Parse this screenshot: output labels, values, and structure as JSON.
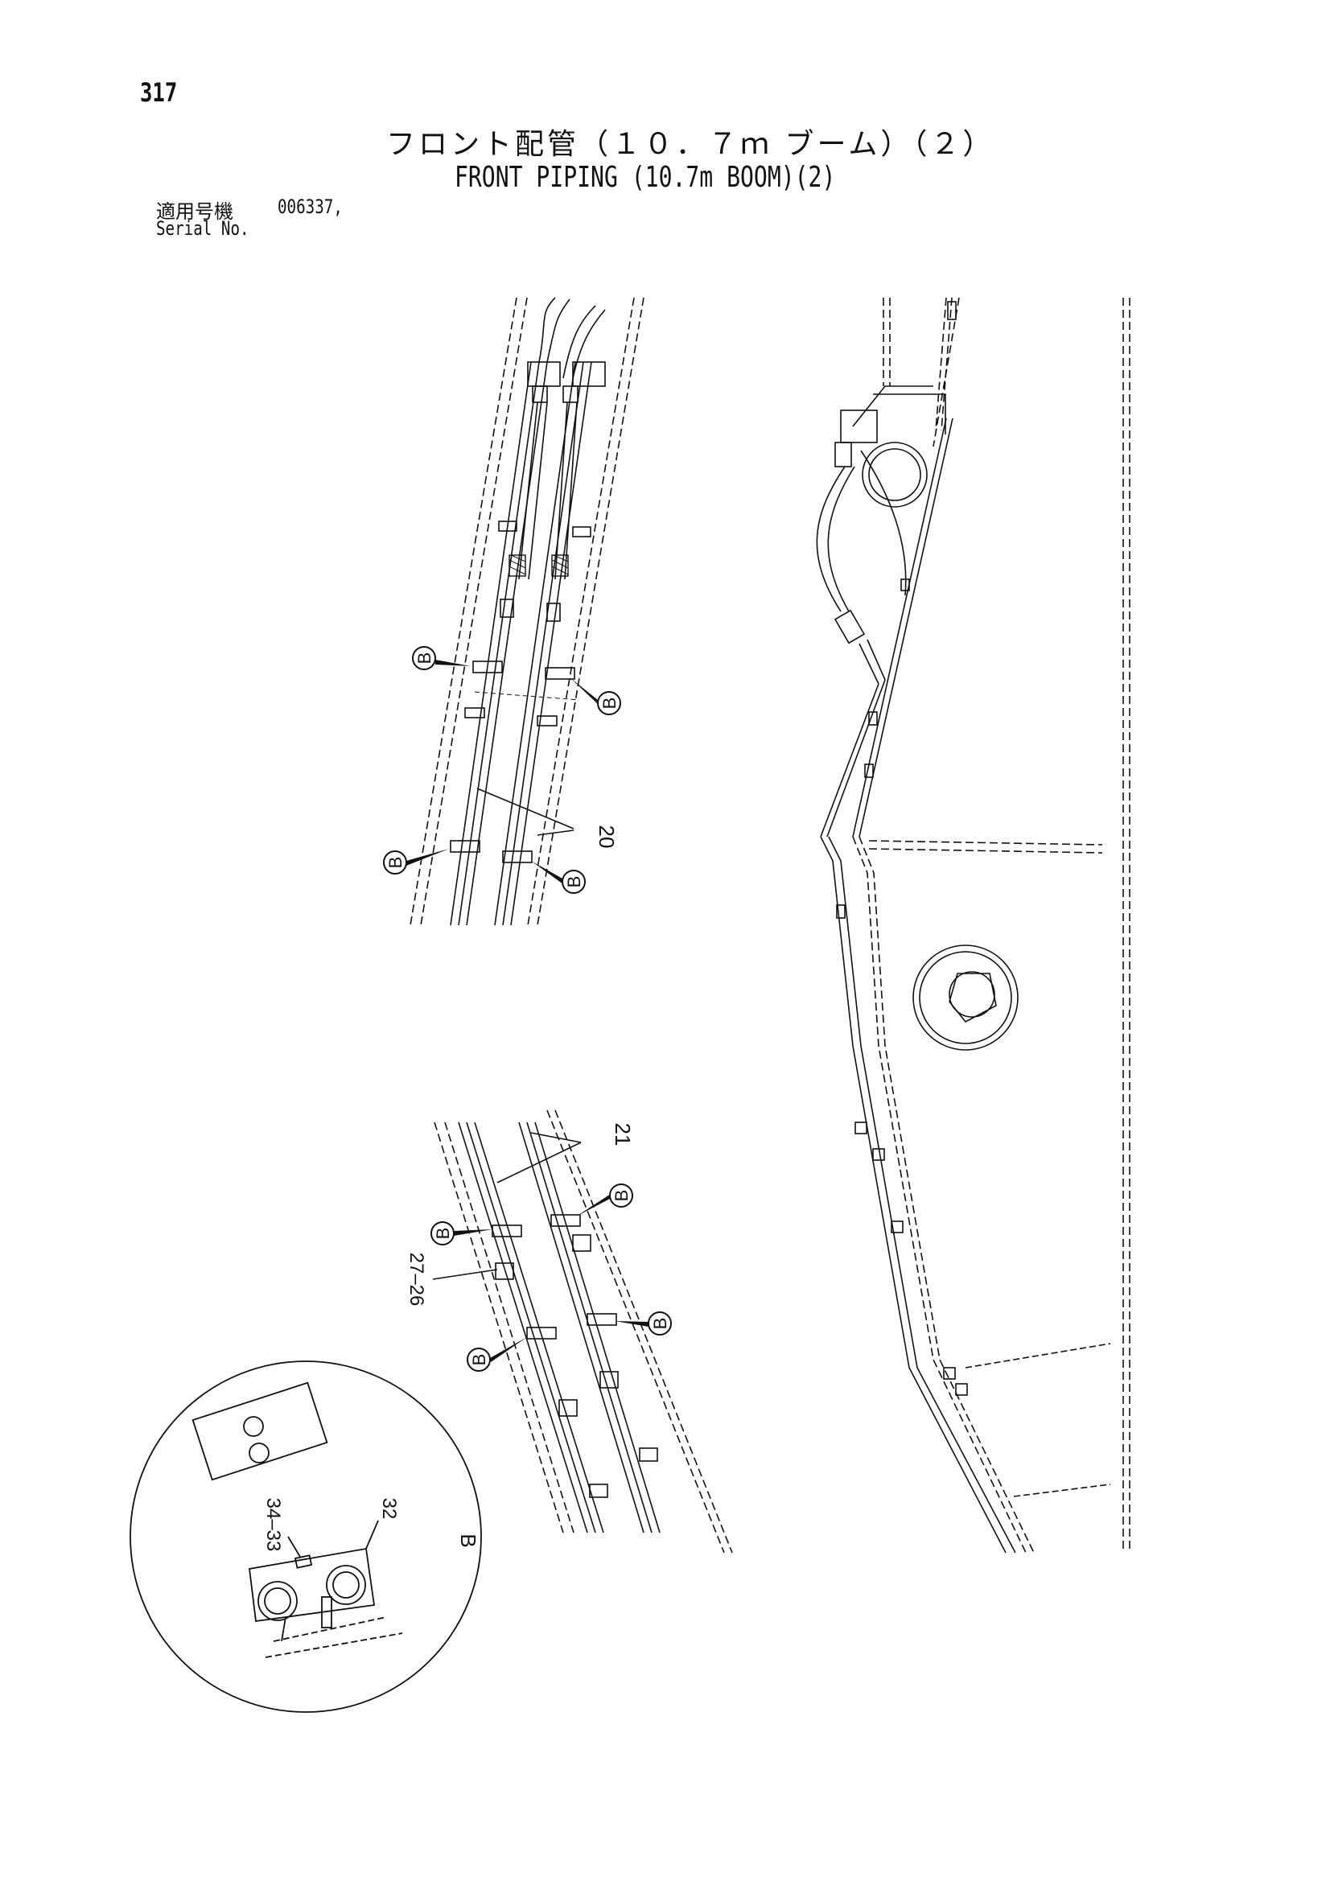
{
  "page": {
    "number": "317",
    "title_ja": "フロント配管（１０．７ｍ ブーム）（２）",
    "title_en": "FRONT PIPING (10.7m BOOM)(2)",
    "serial_label_ja": "適用号機",
    "serial_label_en": "Serial No.",
    "serial_value": "006337,"
  },
  "callouts": {
    "b": "B",
    "p20": "20",
    "p21": "21",
    "p26_27": "27–26",
    "p32": "32",
    "p33_34": "34–33",
    "detail_b": "B"
  }
}
